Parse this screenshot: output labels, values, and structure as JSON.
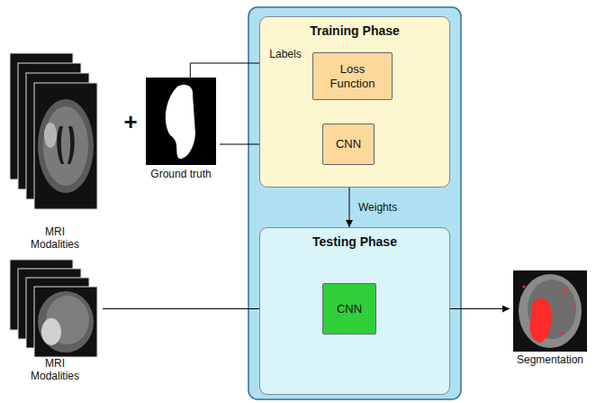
{
  "diagram": {
    "nodes": [
      {
        "text": [
          "MRI Modalities"
        ]
      },
      {
        "text": [
          "Ground truth"
        ]
      },
      {
        "text": [
          "Training Phase"
        ]
      },
      {
        "text": [
          "Loss Function"
        ],
        "in": 2
      },
      {
        "text": [
          "CNN"
        ],
        "in": 2
      },
      {
        "text": [
          "Testing Phase"
        ]
      },
      {
        "text": [
          "CNN"
        ],
        "in": 5
      },
      {
        "text": [
          "MRI Modalities"
        ]
      },
      {
        "text": [
          "Segmentation"
        ]
      }
    ],
    "edges": [
      {
        "from": 1,
        "to": 3,
        "arrow": "to",
        "label": "Labels"
      },
      {
        "from": 1,
        "to": 4,
        "arrow": "to"
      },
      {
        "from": 3,
        "to": 4,
        "arrow": "to"
      },
      {
        "from": 4,
        "to": 3,
        "arrow": "to"
      },
      {
        "from": 2,
        "to": 5,
        "arrow": "to",
        "label": "Weights"
      },
      {
        "from": 7,
        "to": 6,
        "arrow": "to"
      },
      {
        "from": 6,
        "to": 8,
        "arrow": "to"
      }
    ],
    "labels": [
      "+"
    ]
  }
}
